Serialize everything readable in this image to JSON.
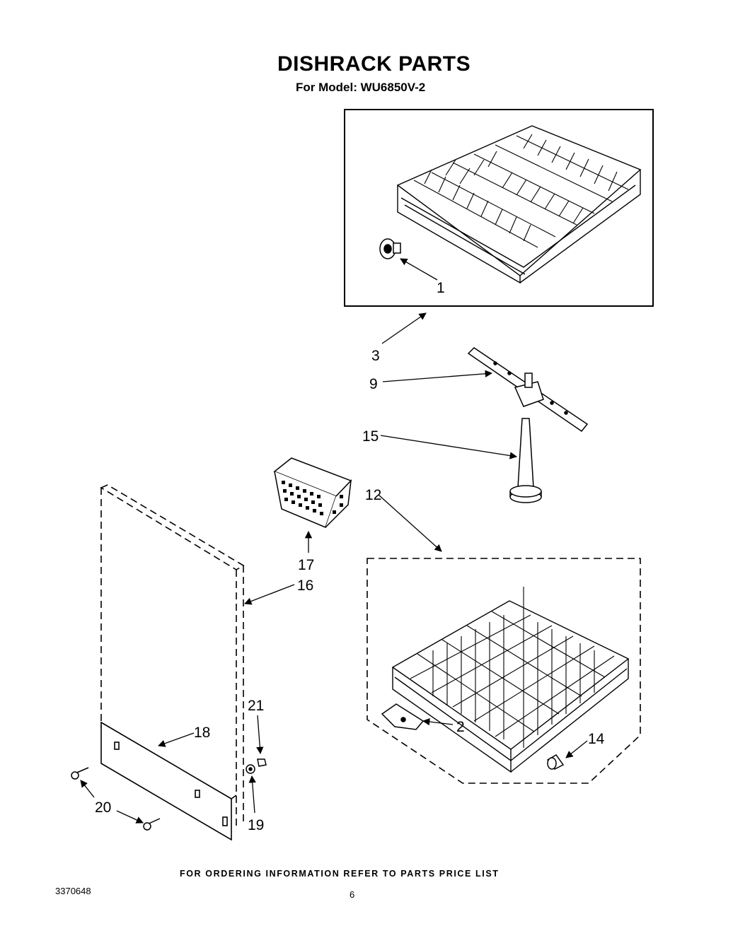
{
  "header": {
    "title": "DISHRACK PARTS",
    "subtitle": "For Model: WU6850V-2"
  },
  "callouts": {
    "c1": "1",
    "c2": "2",
    "c3": "3",
    "c9": "9",
    "c12": "12",
    "c14": "14",
    "c15": "15",
    "c16": "16",
    "c17": "17",
    "c18": "18",
    "c19": "19",
    "c20": "20",
    "c21": "21"
  },
  "footer": {
    "note": "FOR ORDERING INFORMATION REFER TO PARTS PRICE LIST",
    "doc_number": "3370648",
    "page_number": "6"
  }
}
